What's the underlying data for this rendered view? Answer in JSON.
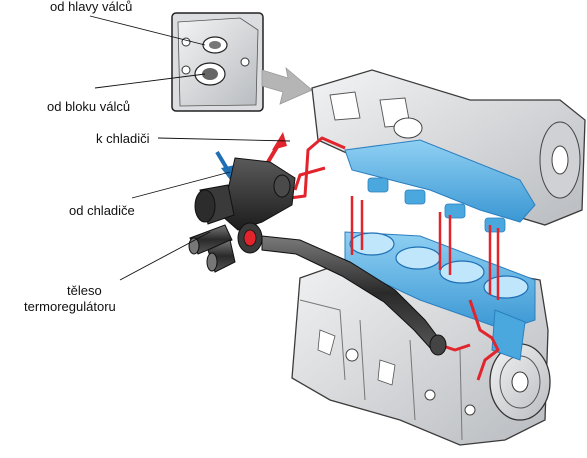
{
  "labels": {
    "head": "od hlavy válců",
    "block": "od bloku válců",
    "radiator_to": "k chladiči",
    "radiator_from": "od chladiče",
    "thermostat_line1": "těleso",
    "thermostat_line2": "termoregulátoru"
  },
  "colors": {
    "coolant_hot": "#e2242c",
    "coolant_cold": "#1f6fb5",
    "water_jacket": "#4aa8df",
    "engine_metal": "#d8dadd",
    "engine_outline": "#3b3b3b",
    "arrow_grey": "#b5b5b5"
  },
  "icons": [
    "hot-flow-arrow",
    "cold-flow-arrow",
    "inset-pointer-arrow"
  ]
}
